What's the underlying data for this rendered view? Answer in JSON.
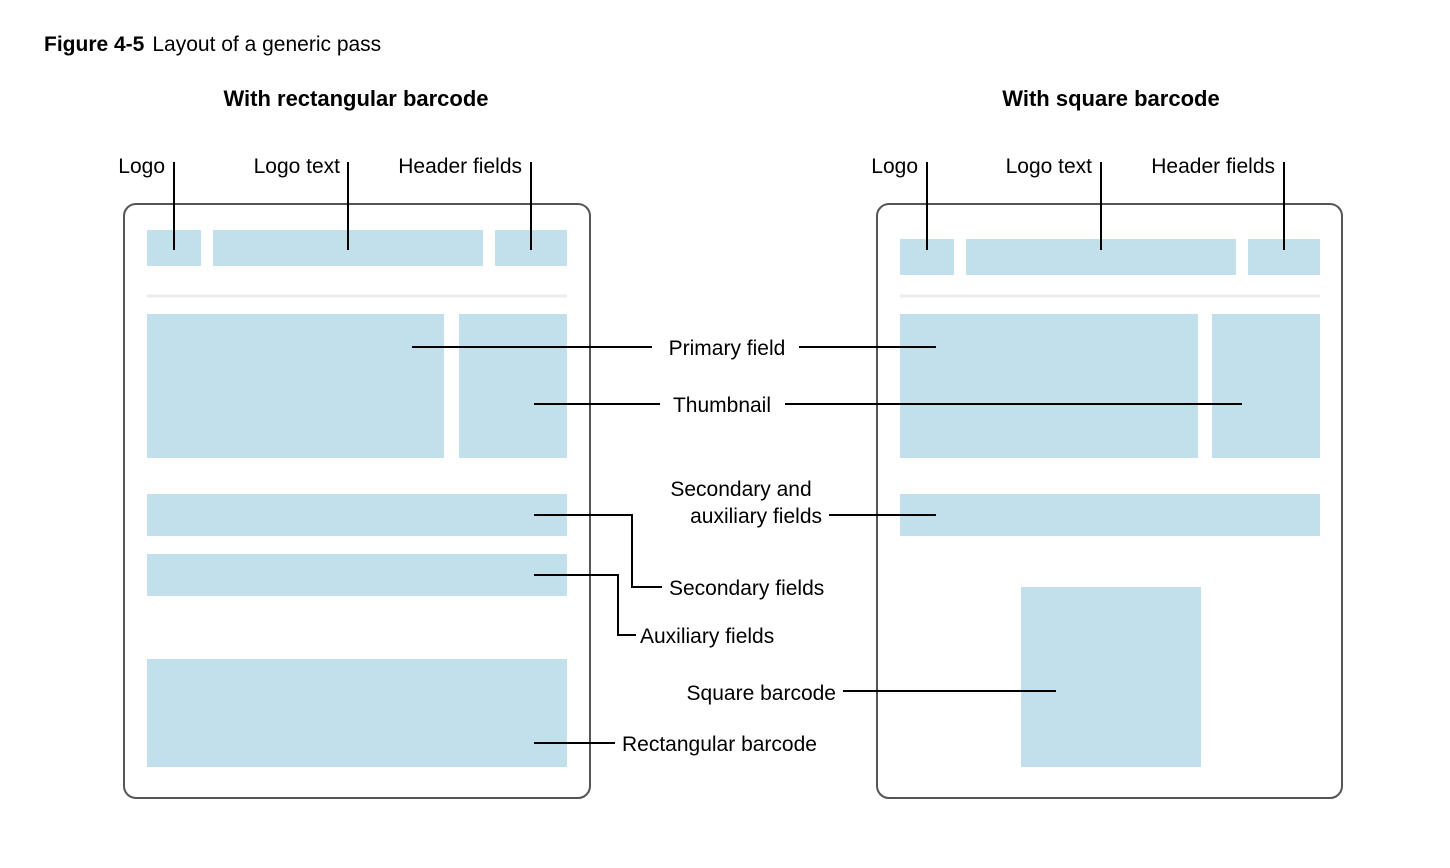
{
  "caption": {
    "figure_number": "Figure 4-5",
    "title": "Layout of a generic pass"
  },
  "left_pass": {
    "title": "With rectangular barcode",
    "labels": {
      "logo": "Logo",
      "logo_text": "Logo text",
      "header_fields": "Header fields"
    }
  },
  "right_pass": {
    "title": "With square barcode",
    "labels": {
      "logo": "Logo",
      "logo_text": "Logo text",
      "header_fields": "Header fields"
    }
  },
  "callouts": {
    "primary_field": "Primary field",
    "thumbnail": "Thumbnail",
    "secondary_and_auxiliary_line1": "Secondary and",
    "secondary_and_auxiliary_line2": "auxiliary fields",
    "secondary_fields": "Secondary fields",
    "auxiliary_fields": "Auxiliary fields",
    "square_barcode": "Square barcode",
    "rectangular_barcode": "Rectangular barcode"
  },
  "colors": {
    "field_fill": "#c2e0ec",
    "pass_border": "#555555",
    "divider": "#ececec",
    "leader_line": "#000000"
  }
}
